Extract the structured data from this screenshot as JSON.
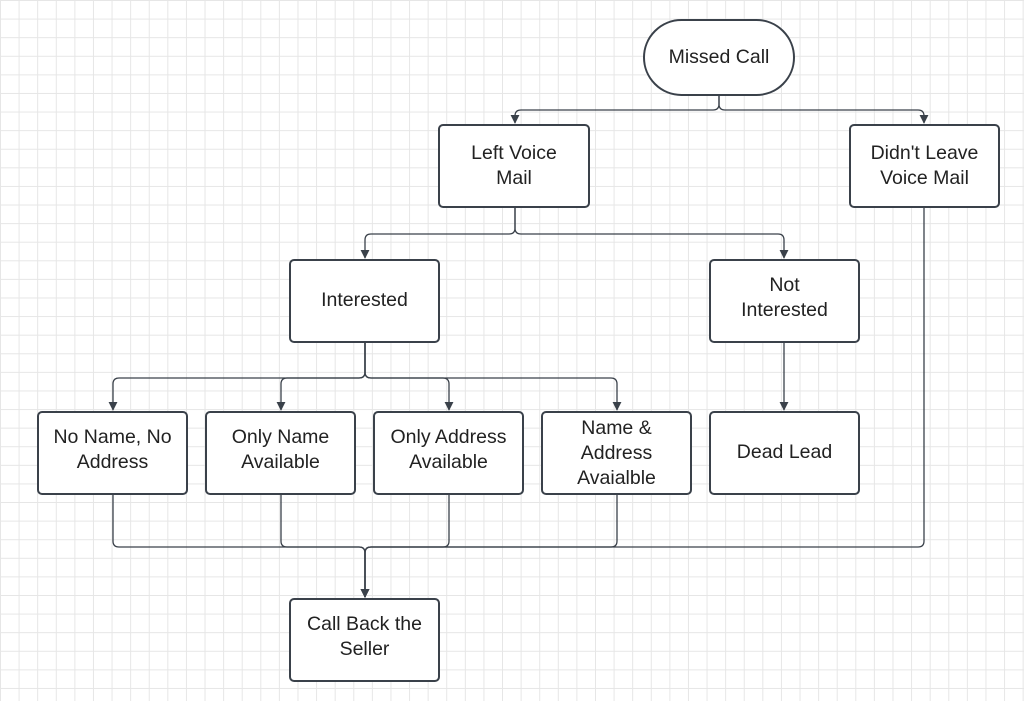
{
  "colors": {
    "stroke": "#3a414a",
    "fill": "#ffffff",
    "text": "#222222",
    "grid": "#e6e6e6"
  },
  "nodes": {
    "missed_call": "Missed Call",
    "left_voice_mail": "Left Voice Mail",
    "didnt_leave_voice_mail": "Didn't Leave Voice Mail",
    "interested": "Interested",
    "not_interested": "Not Interested",
    "no_name_no_address": "No Name, No Address",
    "only_name_available": "Only Name Available",
    "only_address_available": "Only Address Available",
    "name_and_address_available": "Name & Address Avaialble",
    "dead_lead": "Dead Lead",
    "call_back_the_seller": "Call Back the Seller"
  }
}
